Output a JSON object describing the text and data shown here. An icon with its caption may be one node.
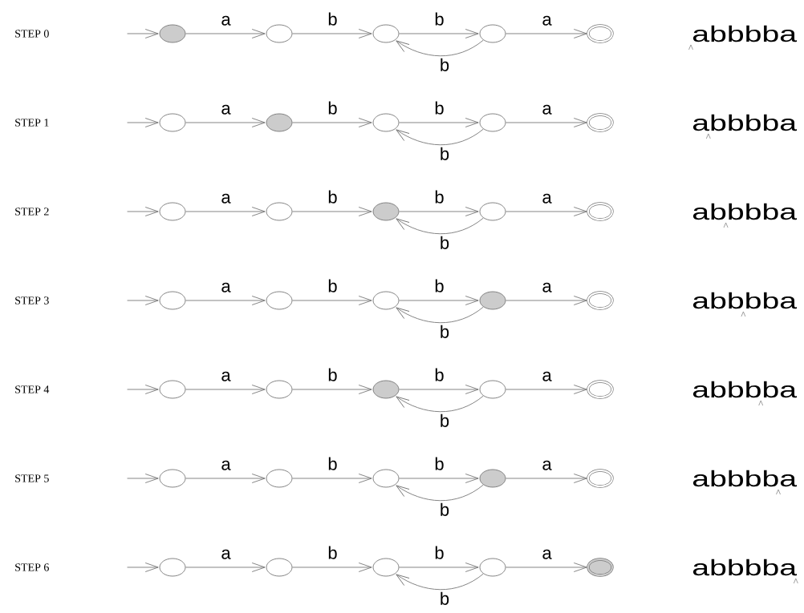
{
  "diagram": {
    "nodes": [
      {
        "text": [],
        "shape": "shaded-circle"
      },
      {
        "text": [],
        "shape": "circle"
      },
      {
        "text": [],
        "shape": "circle"
      },
      {
        "text": [],
        "shape": "circle"
      },
      {
        "text": [],
        "shape": "double-circle"
      },
      {
        "text": [],
        "shape": "circle"
      },
      {
        "text": [],
        "shape": "shaded-circle"
      },
      {
        "text": [],
        "shape": "circle"
      },
      {
        "text": [],
        "shape": "circle"
      },
      {
        "text": [],
        "shape": "double-circle"
      },
      {
        "text": [],
        "shape": "circle"
      },
      {
        "text": [],
        "shape": "circle"
      },
      {
        "text": [],
        "shape": "shaded-circle"
      },
      {
        "text": [],
        "shape": "circle"
      },
      {
        "text": [],
        "shape": "double-circle"
      },
      {
        "text": [],
        "shape": "circle"
      },
      {
        "text": [],
        "shape": "circle"
      },
      {
        "text": [],
        "shape": "circle"
      },
      {
        "text": [],
        "shape": "shaded-circle"
      },
      {
        "text": [],
        "shape": "double-circle"
      },
      {
        "text": [],
        "shape": "circle"
      },
      {
        "text": [],
        "shape": "circle"
      },
      {
        "text": [],
        "shape": "shaded-circle"
      },
      {
        "text": [],
        "shape": "circle"
      },
      {
        "text": [],
        "shape": "double-circle"
      },
      {
        "text": [],
        "shape": "circle"
      },
      {
        "text": [],
        "shape": "circle"
      },
      {
        "text": [],
        "shape": "circle"
      },
      {
        "text": [],
        "shape": "shaded-circle"
      },
      {
        "text": [],
        "shape": "double-circle"
      },
      {
        "text": [],
        "shape": "circle"
      },
      {
        "text": [],
        "shape": "circle"
      },
      {
        "text": [],
        "shape": "circle"
      },
      {
        "text": [],
        "shape": "circle"
      },
      {
        "text": [],
        "shape": "shaded-double-circle"
      }
    ],
    "edges": [
      {
        "from": null,
        "to": 0,
        "arrow": "to"
      },
      {
        "from": 0,
        "to": 1,
        "arrow": "to",
        "label": "a"
      },
      {
        "from": 1,
        "to": 2,
        "arrow": "to",
        "label": "b"
      },
      {
        "from": 2,
        "to": 3,
        "arrow": "to",
        "label": "b"
      },
      {
        "from": 3,
        "to": 4,
        "arrow": "to",
        "label": "a"
      },
      {
        "from": 3,
        "to": 2,
        "arrow": "to",
        "label": "b"
      },
      {
        "from": null,
        "to": 5,
        "arrow": "to"
      },
      {
        "from": 5,
        "to": 6,
        "arrow": "to",
        "label": "a"
      },
      {
        "from": 6,
        "to": 7,
        "arrow": "to",
        "label": "b"
      },
      {
        "from": 7,
        "to": 8,
        "arrow": "to",
        "label": "b"
      },
      {
        "from": 8,
        "to": 9,
        "arrow": "to",
        "label": "a"
      },
      {
        "from": 8,
        "to": 7,
        "arrow": "to",
        "label": "b"
      },
      {
        "from": null,
        "to": 10,
        "arrow": "to"
      },
      {
        "from": 10,
        "to": 11,
        "arrow": "to",
        "label": "a"
      },
      {
        "from": 11,
        "to": 12,
        "arrow": "to",
        "label": "b"
      },
      {
        "from": 12,
        "to": 13,
        "arrow": "to",
        "label": "b"
      },
      {
        "from": 13,
        "to": 14,
        "arrow": "to",
        "label": "a"
      },
      {
        "from": 13,
        "to": 12,
        "arrow": "to",
        "label": "b"
      },
      {
        "from": null,
        "to": 15,
        "arrow": "to"
      },
      {
        "from": 15,
        "to": 16,
        "arrow": "to",
        "label": "a"
      },
      {
        "from": 16,
        "to": 17,
        "arrow": "to",
        "label": "b"
      },
      {
        "from": 17,
        "to": 18,
        "arrow": "to",
        "label": "b"
      },
      {
        "from": 18,
        "to": 19,
        "arrow": "to",
        "label": "a"
      },
      {
        "from": 18,
        "to": 17,
        "arrow": "to",
        "label": "b"
      },
      {
        "from": null,
        "to": 20,
        "arrow": "to"
      },
      {
        "from": 20,
        "to": 21,
        "arrow": "to",
        "label": "a"
      },
      {
        "from": 21,
        "to": 22,
        "arrow": "to",
        "label": "b"
      },
      {
        "from": 22,
        "to": 23,
        "arrow": "to",
        "label": "b"
      },
      {
        "from": 23,
        "to": 24,
        "arrow": "to",
        "label": "a"
      },
      {
        "from": 23,
        "to": 22,
        "arrow": "to",
        "label": "b"
      },
      {
        "from": null,
        "to": 25,
        "arrow": "to"
      },
      {
        "from": 25,
        "to": 26,
        "arrow": "to",
        "label": "a"
      },
      {
        "from": 26,
        "to": 27,
        "arrow": "to",
        "label": "b"
      },
      {
        "from": 27,
        "to": 28,
        "arrow": "to",
        "label": "b"
      },
      {
        "from": 28,
        "to": 29,
        "arrow": "to",
        "label": "a"
      },
      {
        "from": 28,
        "to": 27,
        "arrow": "to",
        "label": "b"
      },
      {
        "from": null,
        "to": 30,
        "arrow": "to"
      },
      {
        "from": 30,
        "to": 31,
        "arrow": "to",
        "label": "a"
      },
      {
        "from": 31,
        "to": 32,
        "arrow": "to",
        "label": "b"
      },
      {
        "from": 32,
        "to": 33,
        "arrow": "to",
        "label": "b"
      },
      {
        "from": 33,
        "to": 34,
        "arrow": "to",
        "label": "a"
      },
      {
        "from": 33,
        "to": 32,
        "arrow": "to",
        "label": "b"
      }
    ],
    "labels": [
      "STEP 0",
      "abbbba",
      "STEP 1",
      "abbbba",
      "STEP 2",
      "abbbba",
      "STEP 3",
      "abbbba",
      "STEP 4",
      "abbbba",
      "STEP 5",
      "abbbba",
      "STEP 6",
      "abbbba"
    ]
  }
}
